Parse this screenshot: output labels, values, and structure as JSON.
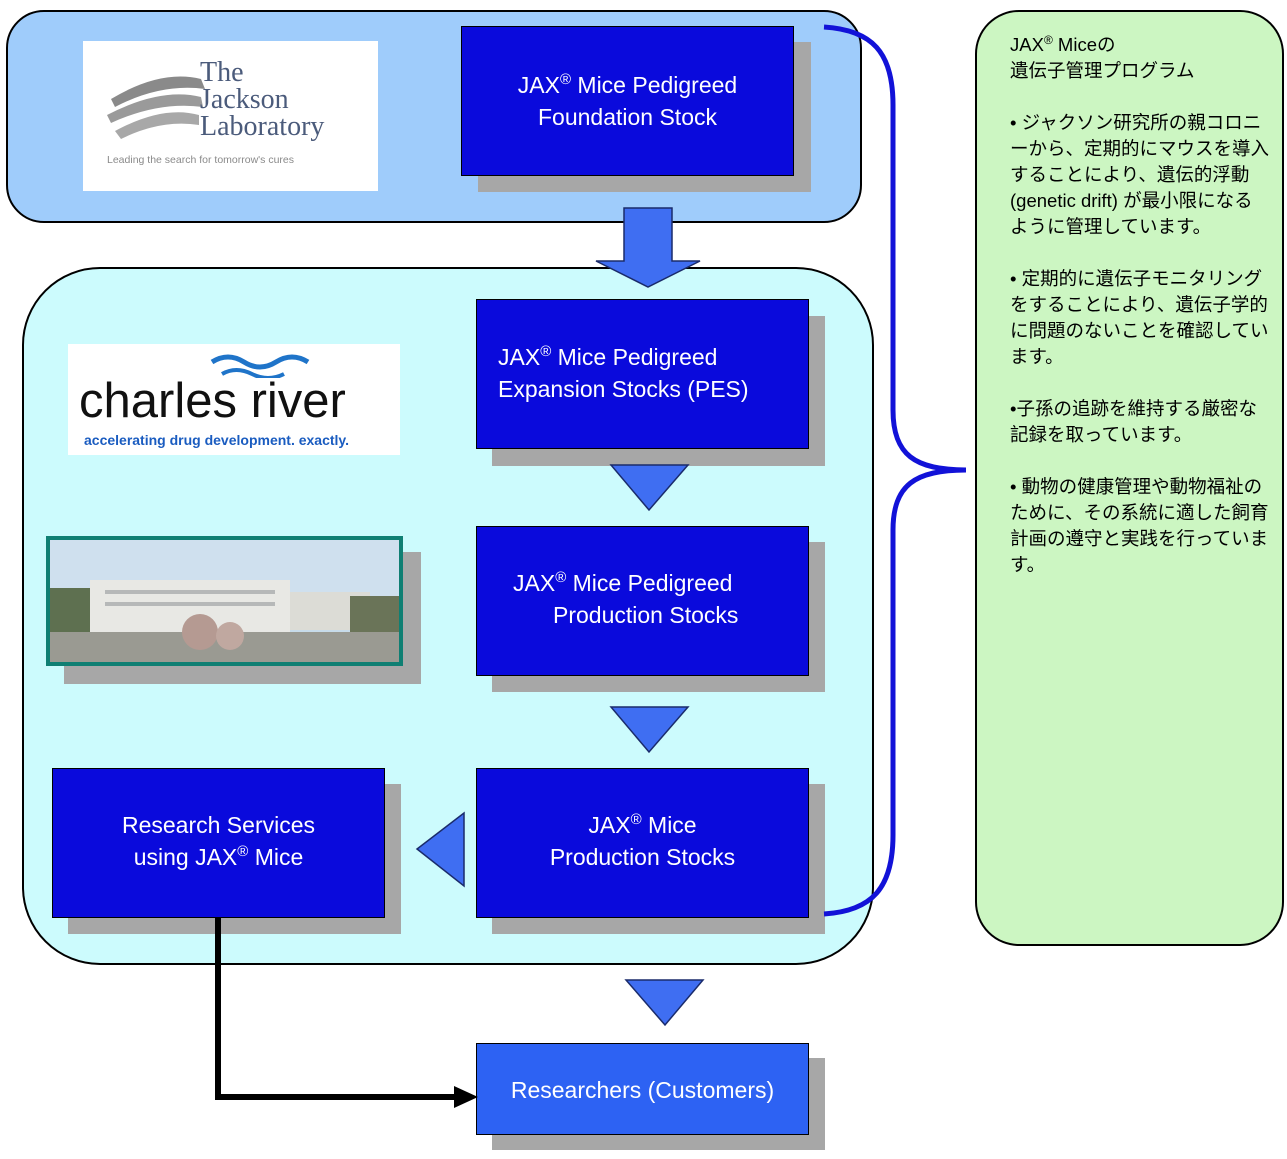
{
  "jackson_logo": {
    "line1": "The",
    "line2": "Jackson",
    "line3": "Laboratory",
    "tagline": "Leading the search for tomorrow's cures"
  },
  "charles_logo": {
    "name": "charles river",
    "tagline": "accelerating drug development. exactly."
  },
  "photo": {
    "icon": "facility-building-photo"
  },
  "boxes": {
    "foundation": {
      "brand": "JAX",
      "reg": "®",
      "line1_rest": " Mice Pedigreed",
      "line2": "Foundation Stock"
    },
    "expansion": {
      "brand": "JAX",
      "reg": "®",
      "line1_rest": " Mice Pedigreed",
      "line2": "Expansion Stocks (PES)"
    },
    "production_ped": {
      "brand": "JAX",
      "reg": "®",
      "line1_rest": " Mice Pedigreed",
      "line2": "Production Stocks"
    },
    "production": {
      "brand": "JAX",
      "reg": "®",
      "line1_rest": " Mice",
      "line2": "Production Stocks"
    },
    "services": {
      "line1": "Research Services",
      "line2_pre": "using JAX",
      "reg": "®",
      "line2_post": " Mice"
    },
    "researchers": {
      "label": "Researchers (Customers)"
    }
  },
  "notes": {
    "title_pre": "JAX",
    "title_reg": "®",
    "title_post": " Miceの",
    "title_line2": "遺伝子管理プログラム",
    "bullets": [
      "• ジャクソン研究所の親コロニーから、定期的にマウスを導入することにより、遺伝的浮動 (genetic drift) が最小限になるように管理しています。",
      "• 定期的に遺伝子モニタリングをすることにより、遺伝子学的に問題のないことを確認しています。",
      "•子孫の追跡を維持する厳密な記録を取っています。",
      "• 動物の健康管理や動物福祉のために、その系統に適した飼育計画の遵守と実践を行っています。"
    ]
  },
  "colors": {
    "top_panel": "#9fccfb",
    "mid_panel": "#ccfbfd",
    "box_fill": "#0a0adc",
    "arrow_fill": "#3f6ef2",
    "bracket": "#1212d8",
    "notes_fill": "#ccf6c2"
  }
}
